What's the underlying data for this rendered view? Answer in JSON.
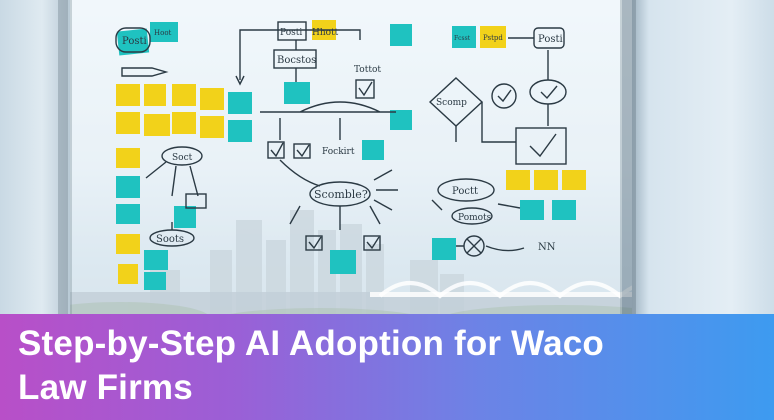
{
  "banner": {
    "line1": "Step-by-Step AI Adoption for Waco",
    "line2": "Law Firms"
  },
  "board_labels": {
    "posti_top_left": "Posti",
    "hoot": "Hoot",
    "posti_center": "Posti",
    "hhott": "Hhott",
    "bocstos": "Bocstos",
    "tottot": "Tottot",
    "fcsst": "Fcsst",
    "pstpd": "Pstpd",
    "posti_right": "Posti",
    "scomp": "Scomp",
    "soct": "Soct",
    "fockirt": "Fockirt",
    "scomble": "Scomble?",
    "soots": "Soots",
    "poctt": "Poctt",
    "pomots": "Pomots",
    "nn": "NN"
  },
  "colors": {
    "sticky_yellow": "#f2d21a",
    "sticky_teal": "#1fc2c0",
    "ink": "#2b3a44",
    "banner_start": "#b84fc8",
    "banner_end": "#3d9bf0"
  }
}
